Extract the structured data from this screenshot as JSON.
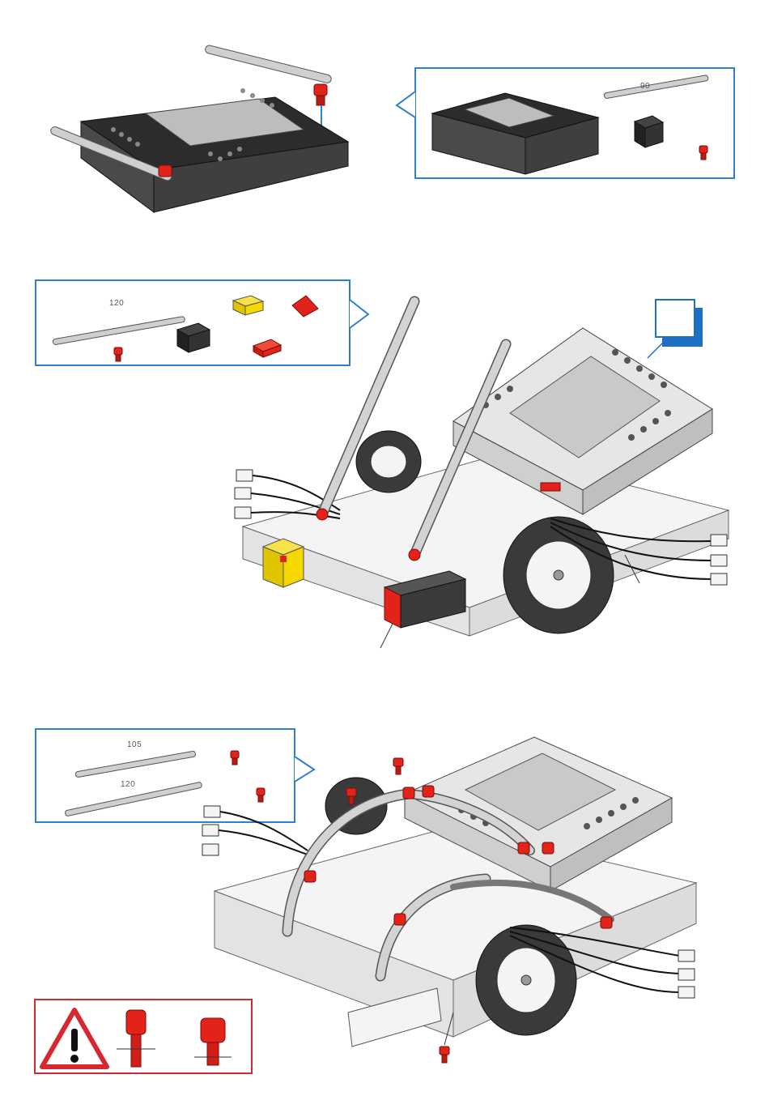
{
  "step1": {
    "parts_labels": {
      "strut": "90"
    }
  },
  "step2": {
    "parts_labels": {
      "strut": "120"
    }
  },
  "step3": {
    "parts_labels": {
      "strut_short": "105",
      "strut_long": "120"
    }
  },
  "colors": {
    "callout_border": "#2e7fd0",
    "warning_red": "#d8272e",
    "part_red": "#e2231a",
    "part_yellow": "#f5d800",
    "controller_dark": "#3a3a3a",
    "frame_white": "#f4f4f4"
  }
}
